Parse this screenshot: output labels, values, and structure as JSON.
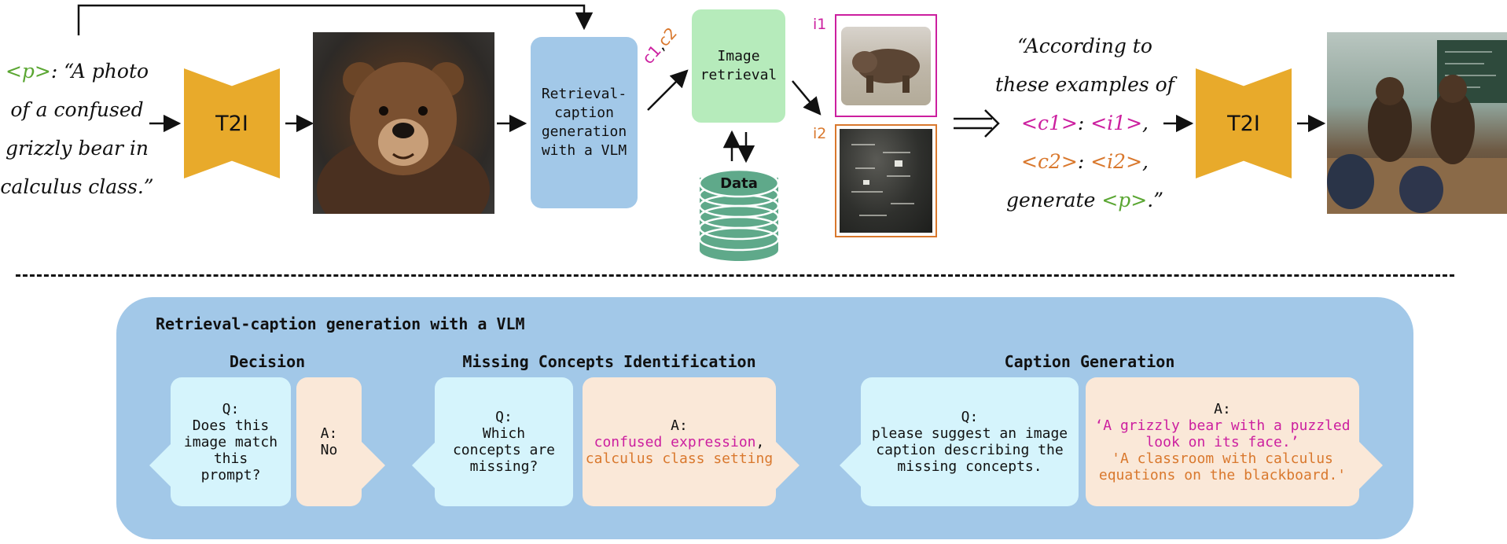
{
  "prompt": {
    "token": "<p>",
    "text_line1": ": “A photo",
    "text_line2": "of a confused",
    "text_line3": "grizzly bear in",
    "text_line4": "calculus class.”"
  },
  "t2i_left": {
    "label": "T2I"
  },
  "t2i_right": {
    "label": "T2I"
  },
  "vlm_box": {
    "line1": "Retrieval-",
    "line2": "caption",
    "line3": "generation",
    "line4": "with a VLM"
  },
  "captions_label": {
    "c1": "c1",
    "comma": ",",
    "c2": "c2"
  },
  "retrieval_box": {
    "line1": "Image",
    "line2": "retrieval"
  },
  "database": {
    "label": "Data"
  },
  "retrieved": {
    "i1": "i1",
    "i2": "i2"
  },
  "prompt2": {
    "line1": "“According to",
    "line2": "these examples of",
    "c1": "<c1>",
    "colon": ": ",
    "i1": "<i1>",
    "comma": ",",
    "c2": "<c2>",
    "i2": "<i2>",
    "gen": "generate ",
    "p": "<p>",
    "end": ".”"
  },
  "panel": {
    "title": "Retrieval-caption generation with a VLM",
    "decision": {
      "title": "Decision",
      "q_label": "Q:",
      "q_text": "Does this image match this prompt?",
      "a_label": "A:",
      "a_text": "No"
    },
    "missing": {
      "title": "Missing Concepts Identification",
      "q_label": "Q:",
      "q_text": "Which concepts are missing?",
      "a_label": "A:",
      "a_c1": "confused expression",
      "a_comma": ",",
      "a_c2": "calculus class setting"
    },
    "caption": {
      "title": "Caption Generation",
      "q_label": "Q:",
      "q_text": "please suggest an image caption describing the missing concepts.",
      "a_label": "A:",
      "a_c1": "‘A grizzly bear with a puzzled look on its face.’",
      "a_comma": ",",
      "a_c2": "'A classroom with calculus equations on the blackboard.'"
    }
  },
  "colors": {
    "t2i": "#e8aa2b",
    "vlm": "#a2c8e8",
    "retrieval": "#b6ebbb",
    "db": "#5fa98a",
    "q_bubble": "#d5f4fc",
    "a_bubble": "#fae8d8",
    "c1": "#cc1f9f",
    "c2": "#d9782d",
    "p": "#5aa632"
  }
}
